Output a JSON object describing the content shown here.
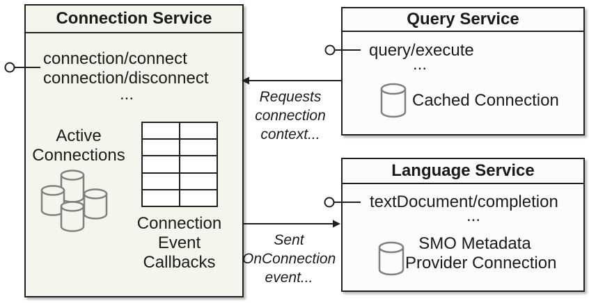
{
  "colors": {
    "connection_box_fill": "#f3f6ed",
    "service_box_fill": "#fcfcfd",
    "border": "#1f1f1f",
    "cylinder_stroke": "#7f7f7f"
  },
  "connection_service": {
    "title": "Connection Service",
    "methods": [
      "connection/connect",
      "connection/disconnect"
    ],
    "ellipsis": "...",
    "active_connections_lines": [
      "Active",
      "Connections"
    ],
    "callbacks_lines": [
      "Connection",
      "Event",
      "Callbacks"
    ]
  },
  "query_service": {
    "title": "Query Service",
    "method": "query/execute",
    "ellipsis": "...",
    "cached_connection_label": "Cached Connection"
  },
  "language_service": {
    "title": "Language Service",
    "method": "textDocument/completion",
    "ellipsis": "...",
    "provider_connection_lines": [
      "SMO Metadata",
      "Provider Connection"
    ]
  },
  "annotations": {
    "requests_lines": [
      "Requests",
      "connection",
      "context..."
    ],
    "sent_lines": [
      "Sent",
      "OnConnection",
      "event..."
    ]
  }
}
